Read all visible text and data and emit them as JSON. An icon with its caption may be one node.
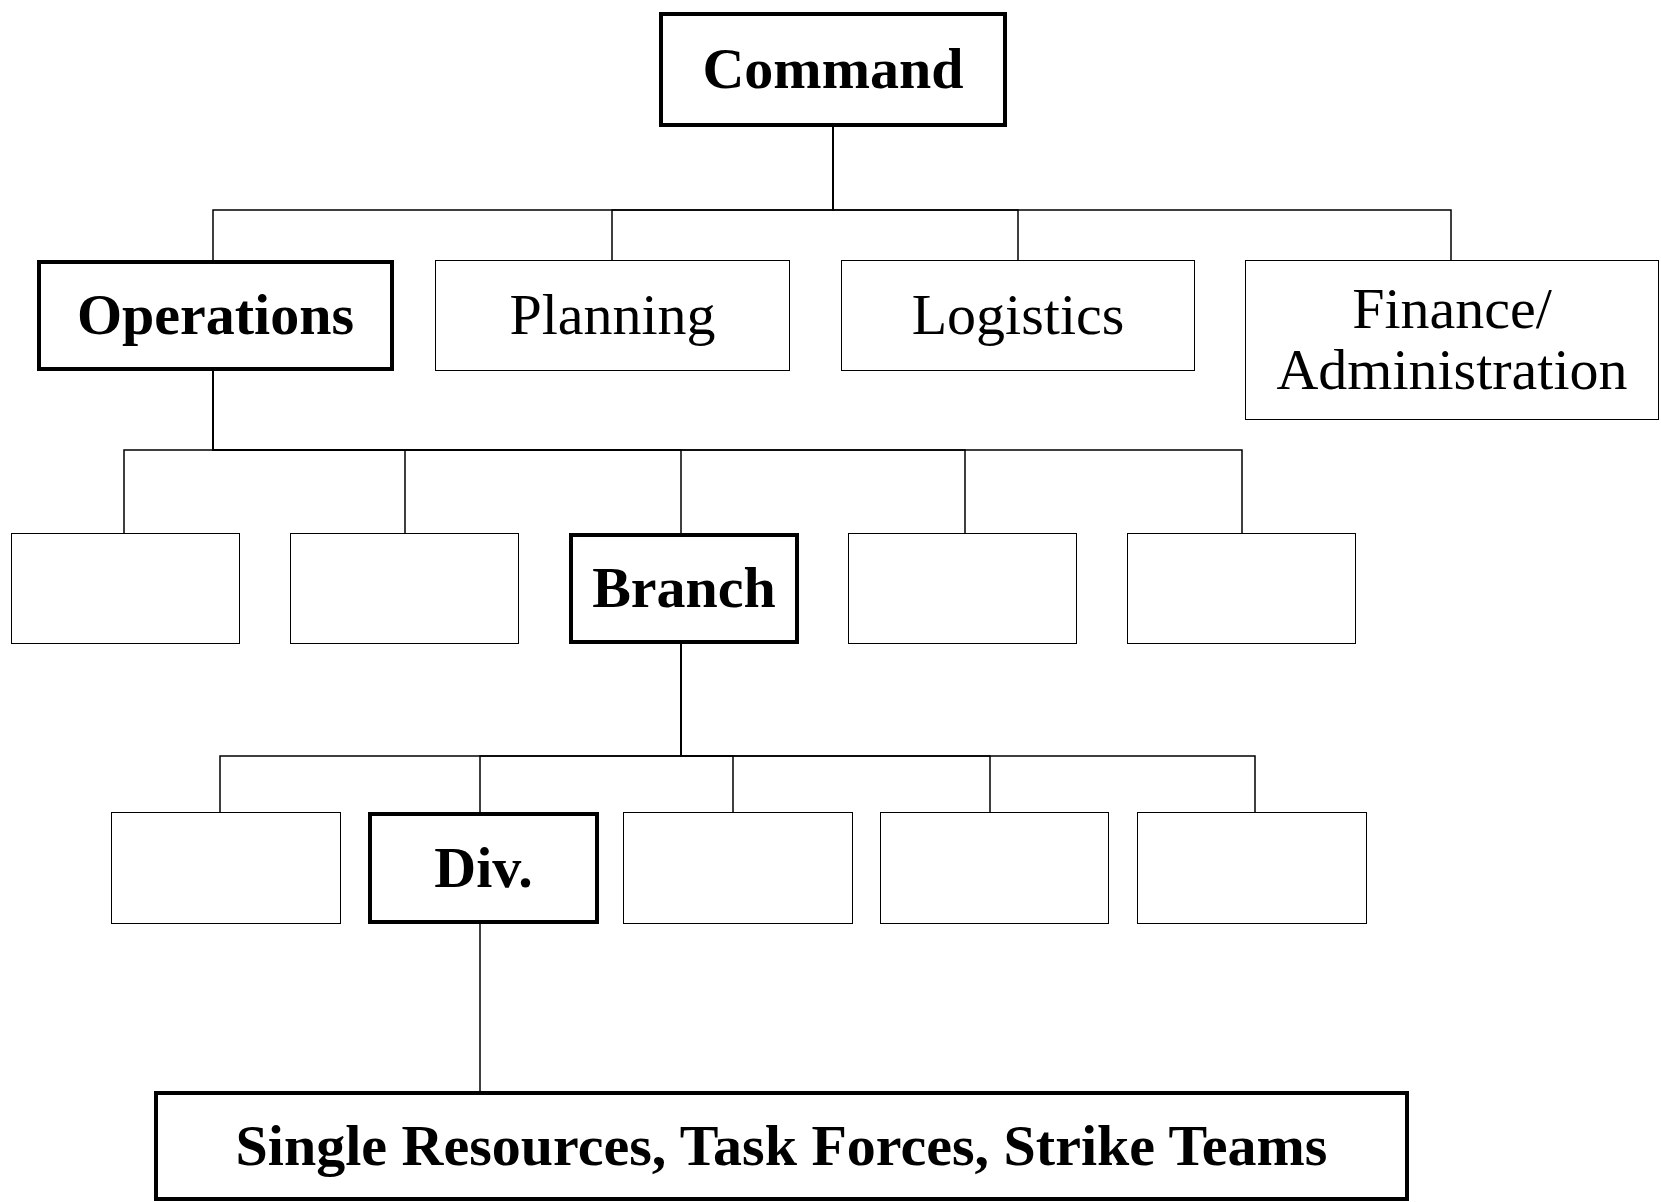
{
  "diagram": {
    "nodes": [
      {
        "text": [
          "Command"
        ]
      },
      {
        "text": [
          "Operations"
        ]
      },
      {
        "text": [
          "Planning"
        ]
      },
      {
        "text": [
          "Logistics"
        ]
      },
      {
        "text": [
          "Finance/ Administration"
        ]
      },
      {
        "text": [],
        "shape": "box"
      },
      {
        "text": [],
        "shape": "box"
      },
      {
        "text": [
          "Branch"
        ]
      },
      {
        "text": [],
        "shape": "box"
      },
      {
        "text": [],
        "shape": "box"
      },
      {
        "text": [],
        "shape": "box"
      },
      {
        "text": [
          "Div."
        ]
      },
      {
        "text": [],
        "shape": "box"
      },
      {
        "text": [],
        "shape": "box"
      },
      {
        "text": [],
        "shape": "box"
      },
      {
        "text": [
          "Single Resources, Task Forces, Strike Teams"
        ]
      }
    ],
    "edges": [
      {
        "from": 0,
        "to": 1,
        "arrow": "none"
      },
      {
        "from": 0,
        "to": 2,
        "arrow": "none"
      },
      {
        "from": 0,
        "to": 3,
        "arrow": "none"
      },
      {
        "from": 0,
        "to": 4,
        "arrow": "none"
      },
      {
        "from": 1,
        "to": 5,
        "arrow": "none"
      },
      {
        "from": 1,
        "to": 6,
        "arrow": "none"
      },
      {
        "from": 1,
        "to": 7,
        "arrow": "none"
      },
      {
        "from": 1,
        "to": 8,
        "arrow": "none"
      },
      {
        "from": 1,
        "to": 9,
        "arrow": "none"
      },
      {
        "from": 7,
        "to": 10,
        "arrow": "none"
      },
      {
        "from": 7,
        "to": 11,
        "arrow": "none"
      },
      {
        "from": 7,
        "to": 12,
        "arrow": "none"
      },
      {
        "from": 7,
        "to": 13,
        "arrow": "none"
      },
      {
        "from": 7,
        "to": 14,
        "arrow": "none"
      },
      {
        "from": 11,
        "to": 15,
        "arrow": "none"
      }
    ]
  }
}
